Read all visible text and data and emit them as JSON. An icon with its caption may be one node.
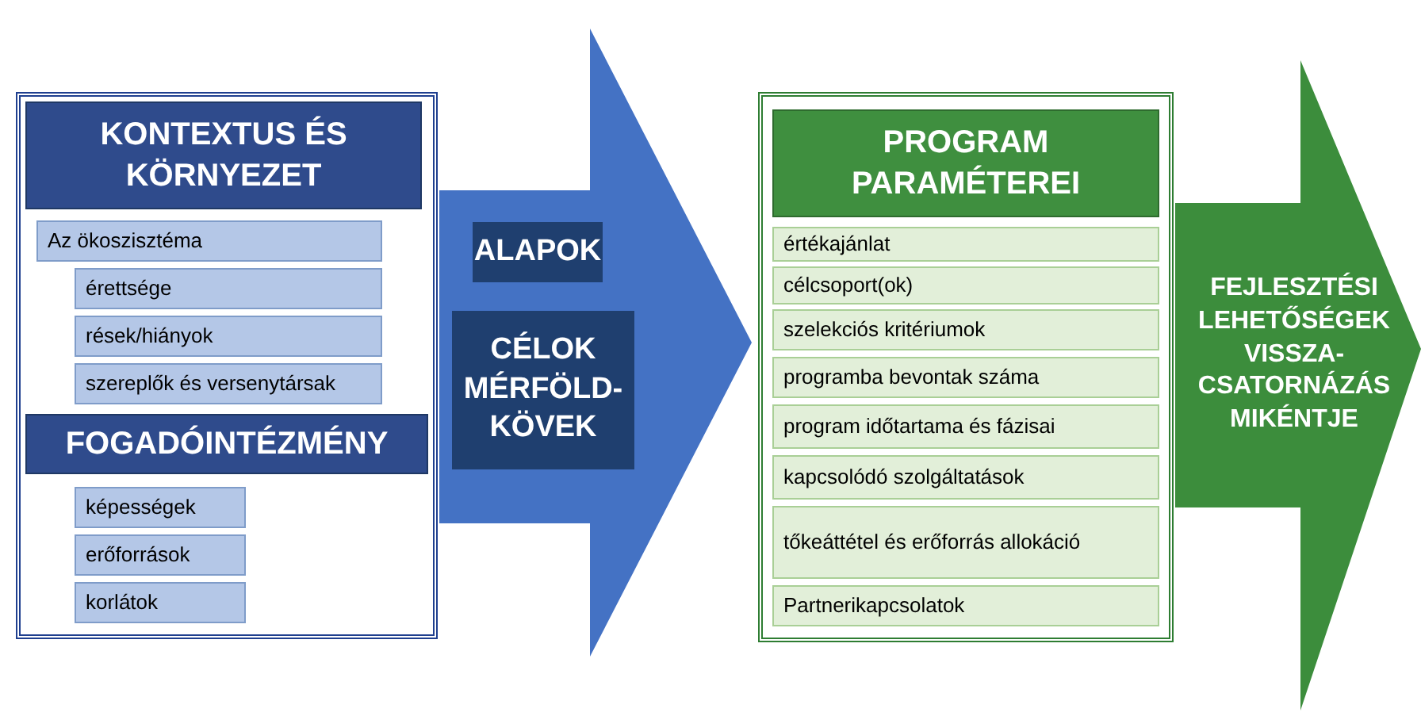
{
  "diagram": {
    "nodes": [
      {
        "text": [],
        "shape": "box"
      },
      {
        "text": [
          "KONTEXTUS ÉS KÖRNYEZET"
        ],
        "in": 0
      },
      {
        "text": [
          "Az ökoszisztéma"
        ],
        "in": 0
      },
      {
        "text": [
          "érettsége"
        ],
        "in": 0
      },
      {
        "text": [
          "rések/hiányok"
        ],
        "in": 0
      },
      {
        "text": [
          "szereplők és versenytársak"
        ],
        "in": 0
      },
      {
        "text": [
          "FOGADÓINTÉZMÉNY"
        ],
        "in": 0
      },
      {
        "text": [
          "képességek"
        ],
        "in": 0
      },
      {
        "text": [
          "erőforrások"
        ],
        "in": 0
      },
      {
        "text": [
          "korlátok"
        ],
        "in": 0
      },
      {
        "text": [],
        "shape": "arrow"
      },
      {
        "text": [
          "ALAPOK"
        ],
        "in": 10
      },
      {
        "text": [
          "CÉLOK MÉRFÖLD-KÖVEK"
        ],
        "in": 10
      },
      {
        "text": [],
        "shape": "box"
      },
      {
        "text": [
          "PROGRAM PARAMÉTEREI"
        ],
        "in": 13
      },
      {
        "text": [
          "értékajánlat"
        ],
        "in": 13
      },
      {
        "text": [
          "célcsoport(ok)"
        ],
        "in": 13
      },
      {
        "text": [
          "szelekciós kritériumok"
        ],
        "in": 13
      },
      {
        "text": [
          "programba bevontak száma"
        ],
        "in": 13
      },
      {
        "text": [
          "program időtartama és fázisai"
        ],
        "in": 13
      },
      {
        "text": [
          "kapcsolódó szolgáltatások"
        ],
        "in": 13
      },
      {
        "text": [
          "tőkeáttétel és erőforrás allokáció"
        ],
        "in": 13
      },
      {
        "text": [
          "Partnerikapcsolatok"
        ],
        "in": 13
      },
      {
        "text": [
          "FEJLESZTÉSI LEHETŐSÉGEK VISSZA-CSATORNÁZÁS MIKÉNTJE"
        ]
      }
    ],
    "edges": []
  }
}
